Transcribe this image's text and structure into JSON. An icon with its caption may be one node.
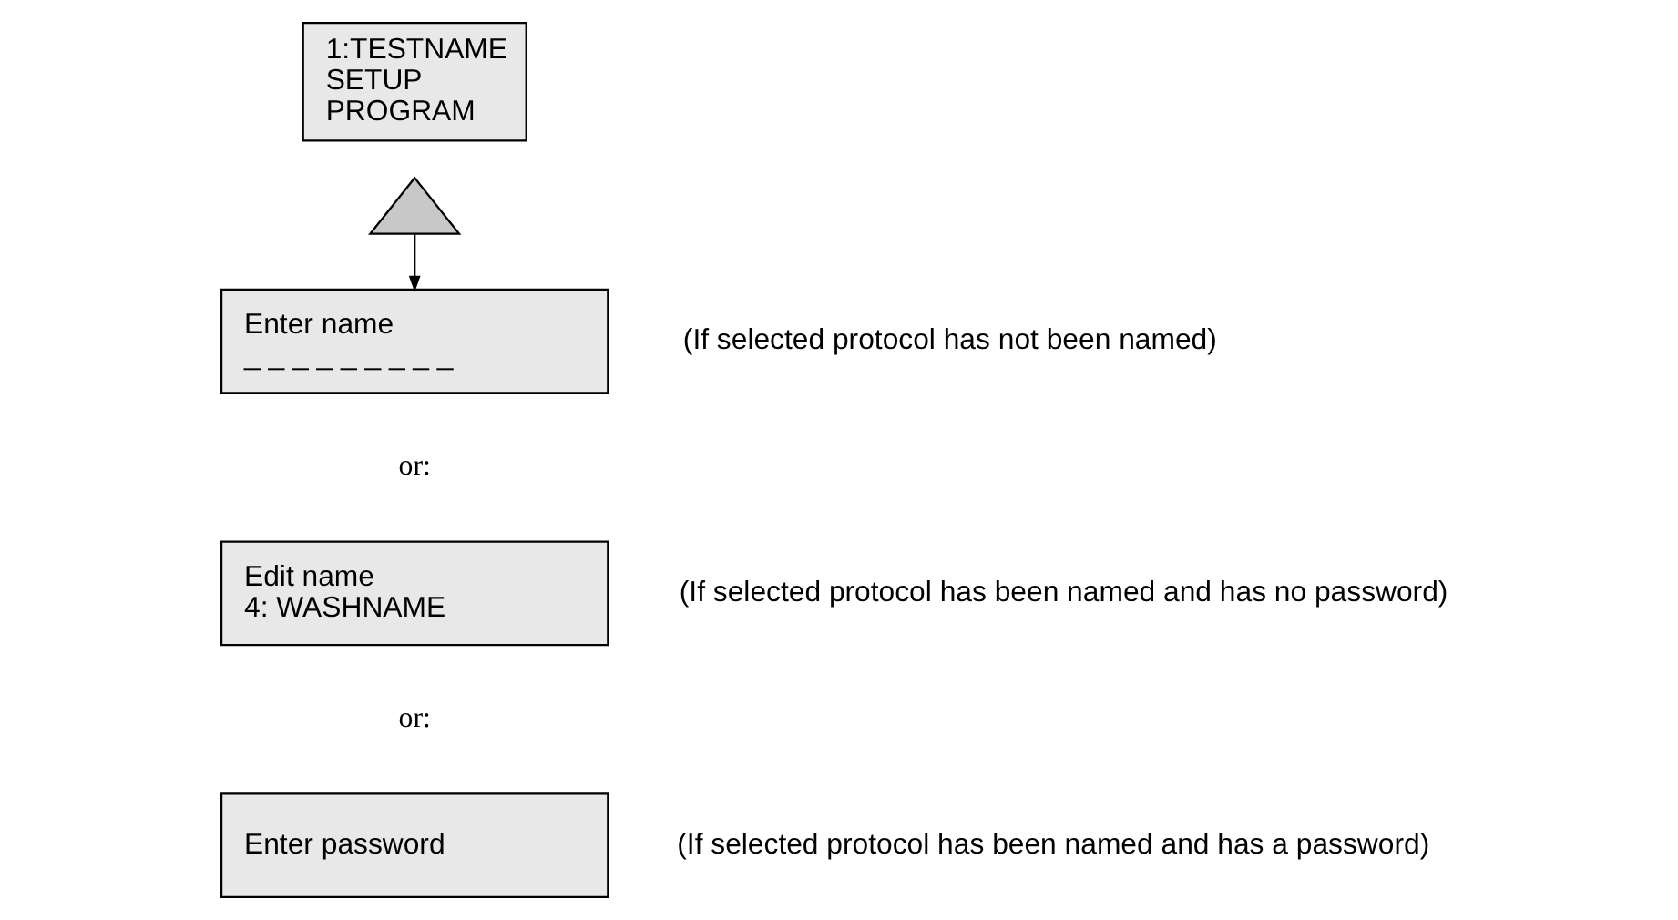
{
  "diagram": {
    "nodes": [
      {
        "text": [
          "1:TESTNAME",
          "SETUP",
          "PROGRAM"
        ]
      },
      {
        "text": [],
        "shape": "triangle"
      },
      {
        "text": [
          "Enter name",
          "_ _ _ _ _ _ _ _ _"
        ],
        "beside": [
          "(If selected protocol has not been named)"
        ]
      },
      {
        "text": [
          "Edit name",
          "4: WASHNAME"
        ],
        "beside": [
          "(If selected protocol has been named and has no password)"
        ]
      },
      {
        "text": [
          "Enter password"
        ],
        "beside": [
          "(If selected protocol has been named and has a password)"
        ]
      }
    ],
    "edges": [
      {
        "from": 1,
        "to": 2,
        "arrow": "to"
      }
    ],
    "labels": [
      "or:",
      "or:"
    ]
  }
}
